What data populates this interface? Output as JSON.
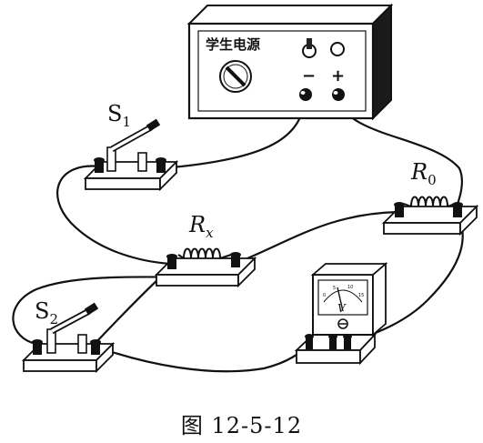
{
  "power_supply": {
    "label": "学生电源",
    "minus": "−",
    "plus": "+"
  },
  "switch_1": {
    "letter": "S",
    "subscript": "1"
  },
  "switch_2": {
    "letter": "S",
    "subscript": "2"
  },
  "resistor_x": {
    "letter": "R",
    "subscript": "x"
  },
  "resistor_0": {
    "letter": "R",
    "subscript": "0"
  },
  "voltmeter": {
    "symbol": "V",
    "scale": [
      "0",
      "5",
      "10",
      "15"
    ]
  },
  "caption": "图 12-5-12"
}
